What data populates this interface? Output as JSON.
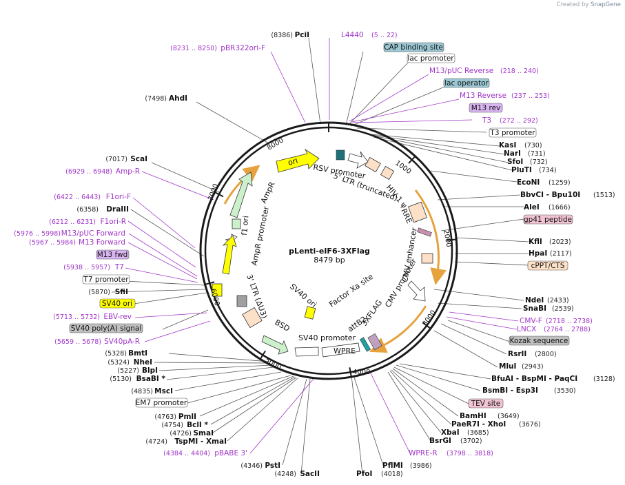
{
  "brand": {
    "prefix": "Created by",
    "name": "SnapGene"
  },
  "plasmid": {
    "name": "pLenti-eIF6-3XFlag",
    "size": "8479 bp"
  },
  "ticks": [
    "1000",
    "2000",
    "3000",
    "4000",
    "5000",
    "6000",
    "7000",
    "8000"
  ],
  "features": [
    {
      "label": "ori"
    },
    {
      "label": "RSV promoter"
    },
    {
      "label": "5' LTR (truncated)"
    },
    {
      "label": "HIV-1 ψ"
    },
    {
      "label": "RRE"
    },
    {
      "label": "CMV enhancer"
    },
    {
      "label": "CMV promoter"
    },
    {
      "label": "Factor Xa site"
    },
    {
      "label": "attB2"
    },
    {
      "label": "3XFLAG"
    },
    {
      "label": "WPRE"
    },
    {
      "label": "SV40 promoter"
    },
    {
      "label": "BSD"
    },
    {
      "label": "SV40 ori"
    },
    {
      "label": "3' LTR (ΔU3)"
    },
    {
      "label": "f1 ori"
    },
    {
      "label": "AmpR promoter"
    },
    {
      "label": "AmpR"
    }
  ],
  "right_labels": [
    {
      "pos": "(730)",
      "name": "KasI"
    },
    {
      "pos": "(731)",
      "name": "NarI"
    },
    {
      "pos": "(732)",
      "name": "SfoI"
    },
    {
      "pos": "(734)",
      "name": "PluTI"
    },
    {
      "pos": "(1259)",
      "name": "EcoNI"
    },
    {
      "pos": "(1513)",
      "name": "BbvCI  -  Bpu10I"
    },
    {
      "pos": "(1666)",
      "name": "AleI"
    },
    {
      "pos": "(2023)",
      "name": "KflI"
    },
    {
      "pos": "(2117)",
      "name": "HpaI"
    },
    {
      "pos": "(2433)",
      "name": "NdeI"
    },
    {
      "pos": "(2539)",
      "name": "SnaBI"
    },
    {
      "pos": "(2800)",
      "name": "RsrII"
    },
    {
      "pos": "(2943)",
      "name": "MluI"
    },
    {
      "pos": "(3128)",
      "name": "BfuAI  -  BspMI  -  PaqCI"
    },
    {
      "pos": "(3530)",
      "name": "BsmBI  -  Esp3I"
    },
    {
      "pos": "(3649)",
      "name": "BamHI"
    },
    {
      "pos": "(3676)",
      "name": "PaeR7I  -  XhoI"
    },
    {
      "pos": "(3685)",
      "name": "XbaI"
    },
    {
      "pos": "(3702)",
      "name": "BsrGI"
    },
    {
      "pos": "(3986)",
      "name": "PflMI"
    },
    {
      "pos": "(4018)",
      "name": "PfoI"
    }
  ],
  "left_labels": [
    {
      "pos": "(8386)",
      "name": "PciI"
    },
    {
      "pos": "(7498)",
      "name": "AhdI"
    },
    {
      "pos": "(7017)",
      "name": "ScaI"
    },
    {
      "pos": "(6358)",
      "name": "DraIII"
    },
    {
      "pos": "(5870)",
      "name": "SfiI"
    },
    {
      "pos": "(5328)",
      "name": "BmtI"
    },
    {
      "pos": "(5324)",
      "name": "NheI"
    },
    {
      "pos": "(5227)",
      "name": "BlpI"
    },
    {
      "pos": "(5130)",
      "name": "BsaBI *"
    },
    {
      "pos": "(4835)",
      "name": "MscI"
    },
    {
      "pos": "(4763)",
      "name": "PmlI"
    },
    {
      "pos": "(4754)",
      "name": "BclI *"
    },
    {
      "pos": "(4726)",
      "name": "SmaI"
    },
    {
      "pos": "(4724)",
      "name": "TspMI  -  XmaI"
    },
    {
      "pos": "(4346)",
      "name": "PstI"
    },
    {
      "pos": "(4248)",
      "name": "SacII"
    }
  ],
  "primers": [
    {
      "name": "L4440",
      "range": "(5 .. 22)"
    },
    {
      "name": "pBR322ori-F",
      "range": "(8231 .. 8250)"
    },
    {
      "name": "M13/pUC Reverse",
      "range": "(218 .. 240)"
    },
    {
      "name": "M13 Reverse",
      "range": "(237 .. 253)"
    },
    {
      "name": "T3",
      "range": "(272 .. 292)"
    },
    {
      "name": "Amp-R",
      "range": "(6929 .. 6948)"
    },
    {
      "name": "F1ori-F",
      "range": "(6422 .. 6443)"
    },
    {
      "name": "F1ori-R",
      "range": "(6212 .. 6231)"
    },
    {
      "name": "M13/pUC Forward",
      "range": "(5976 .. 5998)"
    },
    {
      "name": "M13 Forward",
      "range": "(5967 .. 5984)"
    },
    {
      "name": "T7",
      "range": "(5938 .. 5957)"
    },
    {
      "name": "EBV-rev",
      "range": "(5713 .. 5732)"
    },
    {
      "name": "SV40pA-R",
      "range": "(5659 .. 5678)"
    },
    {
      "name": "pBABE 3'",
      "range": "(4384 .. 4404)"
    },
    {
      "name": "WPRE-R",
      "range": "(3798 .. 3818)"
    },
    {
      "name": "CMV-F",
      "range": "(2718 .. 2738)"
    },
    {
      "name": "LNCX",
      "range": "(2764 .. 2788)"
    }
  ],
  "boxes": {
    "cap": "CAP binding site",
    "lacprom": "lac promoter",
    "lacop": "lac operator",
    "m13rev": "M13 rev",
    "t3prom": "T3 promoter",
    "gp41": "gp41 peptide",
    "cppt": "cPPT/CTS",
    "kozak": "Kozak sequence",
    "tev": "TEV site",
    "m13fwd": "M13 fwd",
    "t7prom": "T7 promoter",
    "sv40ori": "SV40 ori",
    "sv40pa": "SV40 poly(A) signal",
    "em7": "EM7 promoter"
  },
  "colors": {
    "lavender": "#d8b4f0",
    "teal": "#9cc8d4",
    "gray": "#c0c0c0",
    "yellow": "#ffff00",
    "peach": "#fde0c8",
    "pink": "#f2c4d4",
    "primer": "#a035c8",
    "orange": "#e6a23c",
    "green": "#ccf0cc"
  }
}
